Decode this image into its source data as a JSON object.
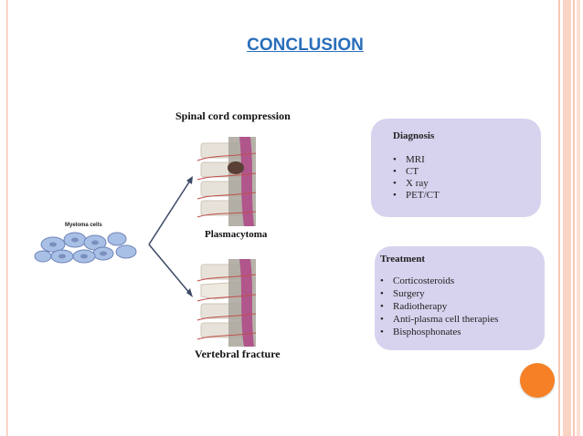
{
  "slide": {
    "title": "CONCLUSION",
    "colors": {
      "title": "#2a6ebb",
      "box": "#d7d3ee",
      "accent_stripe": "#f6b79d",
      "orange_button": "#f58025",
      "spinal_cord": "#b0568b"
    }
  },
  "figure": {
    "myeloma_label": "Myeloma cells",
    "spine_top_heading": "Spinal cord compression",
    "spine_top_label": "Plasmacytoma",
    "spine_bottom_label": "Vertebral fracture"
  },
  "diagnosis": {
    "heading": "Diagnosis",
    "items": [
      "MRI",
      "CT",
      "X ray",
      "PET/CT"
    ]
  },
  "treatment": {
    "heading": "Treatment",
    "items": [
      "Corticosteroids",
      "Surgery",
      "Radiotherapy",
      "Anti-plasma cell therapies",
      "Bisphosphonates"
    ]
  },
  "icons": {
    "orange_circle": "orange-circle-icon"
  }
}
